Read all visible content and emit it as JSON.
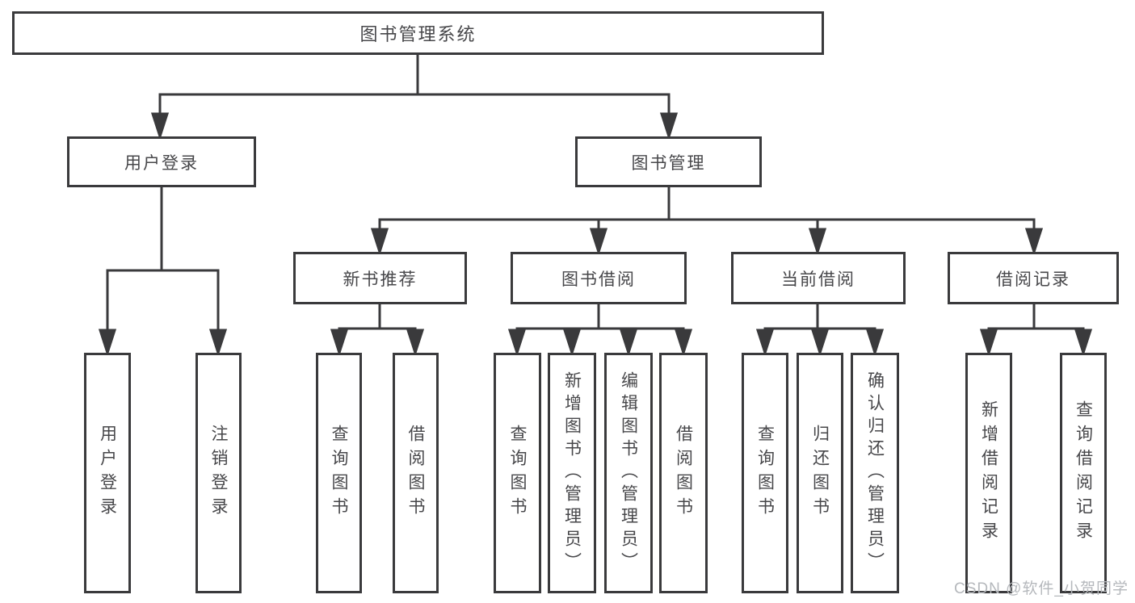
{
  "diagram": {
    "title": "图书管理系统",
    "level2": {
      "user_login": {
        "label": "用户登录",
        "children": [
          "用户登录",
          "注销登录"
        ]
      },
      "book_management": {
        "label": "图书管理",
        "children": {
          "new_book_recommend": {
            "label": "新书推荐",
            "children": [
              "查询图书",
              "借阅图书"
            ]
          },
          "book_borrowing": {
            "label": "图书借阅",
            "children": [
              "查询图书",
              "新增图书（管理员）",
              "编辑图书（管理员）",
              "借阅图书"
            ]
          },
          "current_borrowing": {
            "label": "当前借阅",
            "children": [
              "查询图书",
              "归还图书",
              "确认归还（管理员）"
            ]
          },
          "borrowing_records": {
            "label": "借阅记录",
            "children": [
              "新增借阅记录",
              "查询借阅记录"
            ]
          }
        }
      }
    }
  },
  "watermark": "CSDN @软件_小贺同学",
  "colors": {
    "line": "#3a3a3c",
    "text": "#47474a",
    "background": "#ffffff",
    "watermark": "#b5b8bc"
  }
}
